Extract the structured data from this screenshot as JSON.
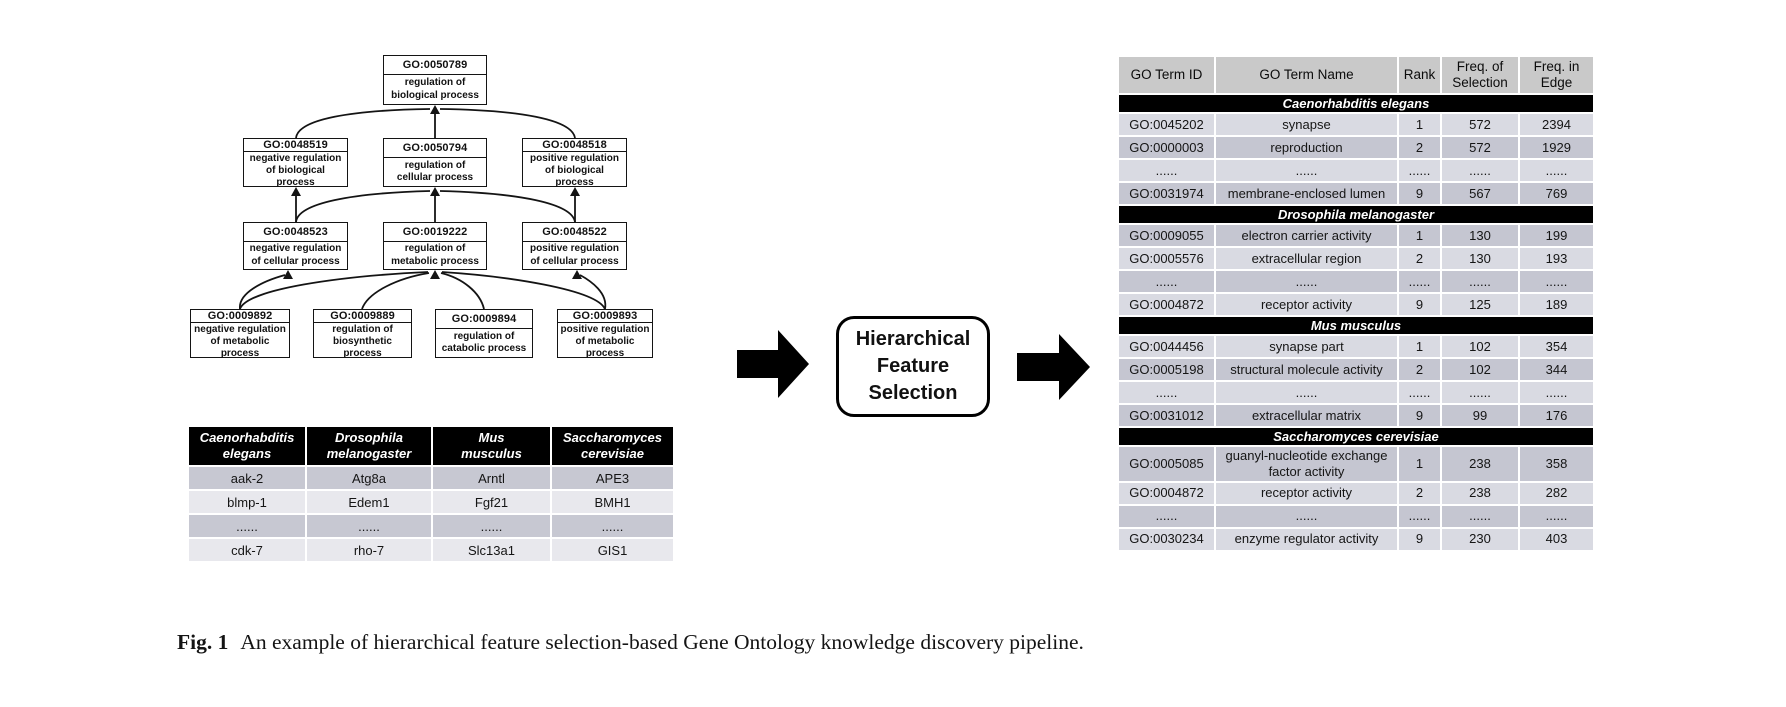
{
  "figure": {
    "caption_label": "Fig. 1",
    "caption_text": "An example of hierarchical feature selection-based Gene Ontology knowledge discovery pipeline."
  },
  "process": {
    "label": "Hierarchical\nFeature\nSelection"
  },
  "tree": {
    "nodes": [
      {
        "id": "GO:0050789",
        "name": "regulation of biological process"
      },
      {
        "id": "GO:0048519",
        "name": "negative regulation of biological process"
      },
      {
        "id": "GO:0050794",
        "name": "regulation of cellular process"
      },
      {
        "id": "GO:0048518",
        "name": "positive regulation of biological process"
      },
      {
        "id": "GO:0048523",
        "name": "negative regulation of cellular process"
      },
      {
        "id": "GO:0019222",
        "name": "regulation of metabolic process"
      },
      {
        "id": "GO:0048522",
        "name": "positive regulation of cellular process"
      },
      {
        "id": "GO:0009892",
        "name": "negative regulation of metabolic process"
      },
      {
        "id": "GO:0009889",
        "name": "regulation of biosynthetic process"
      },
      {
        "id": "GO:0009894",
        "name": "regulation of catabolic process"
      },
      {
        "id": "GO:0009893",
        "name": "positive regulation of metabolic process"
      }
    ]
  },
  "gene_table": {
    "columns": [
      "Caenorhabditis elegans",
      "Drosophila melanogaster",
      "Mus musculus",
      "Saccharomyces cerevisiae"
    ],
    "rows": [
      [
        "aak-2",
        "Atg8a",
        "Arntl",
        "APE3"
      ],
      [
        "blmp-1",
        "Edem1",
        "Fgf21",
        "BMH1"
      ],
      [
        "......",
        "......",
        "......",
        "......"
      ],
      [
        "cdk-7",
        "rho-7",
        "Slc13a1",
        "GIS1"
      ]
    ]
  },
  "results_table": {
    "columns": [
      "GO Term ID",
      "GO Term Name",
      "Rank",
      "Freq. of Selection",
      "Freq. in Edge"
    ],
    "sections": [
      {
        "species": "Caenorhabditis elegans",
        "rows": [
          [
            "GO:0045202",
            "synapse",
            "1",
            "572",
            "2394"
          ],
          [
            "GO:0000003",
            "reproduction",
            "2",
            "572",
            "1929"
          ],
          [
            "......",
            "......",
            "......",
            "......",
            "......"
          ],
          [
            "GO:0031974",
            "membrane-enclosed lumen",
            "9",
            "567",
            "769"
          ]
        ]
      },
      {
        "species": "Drosophila melanogaster",
        "rows": [
          [
            "GO:0009055",
            "electron carrier activity",
            "1",
            "130",
            "199"
          ],
          [
            "GO:0005576",
            "extracellular region",
            "2",
            "130",
            "193"
          ],
          [
            "......",
            "......",
            "......",
            "......",
            "......"
          ],
          [
            "GO:0004872",
            "receptor activity",
            "9",
            "125",
            "189"
          ]
        ]
      },
      {
        "species": "Mus musculus",
        "rows": [
          [
            "GO:0044456",
            "synapse part",
            "1",
            "102",
            "354"
          ],
          [
            "GO:0005198",
            "structural molecule activity",
            "2",
            "102",
            "344"
          ],
          [
            "......",
            "......",
            "......",
            "......",
            "......"
          ],
          [
            "GO:0031012",
            "extracellular matrix",
            "9",
            "99",
            "176"
          ]
        ]
      },
      {
        "species": "Saccharomyces cerevisiae",
        "rows": [
          [
            "GO:0005085",
            "guanyl-nucleotide exchange factor activity",
            "1",
            "238",
            "358"
          ],
          [
            "GO:0004872",
            "receptor activity",
            "2",
            "238",
            "282"
          ],
          [
            "......",
            "......",
            "......",
            "......",
            "......"
          ],
          [
            "GO:0030234",
            "enzyme regulator activity",
            "9",
            "230",
            "403"
          ]
        ]
      }
    ]
  },
  "theme": {
    "band_dark": "#c5c6d1",
    "band_light": "#d9dae2",
    "band_dark_left": "#c7c8d2",
    "band_light_left": "#e8e8ed",
    "header_gray": "#c9c9c9",
    "section_bar": "#000000",
    "arrow_black": "#000000"
  }
}
